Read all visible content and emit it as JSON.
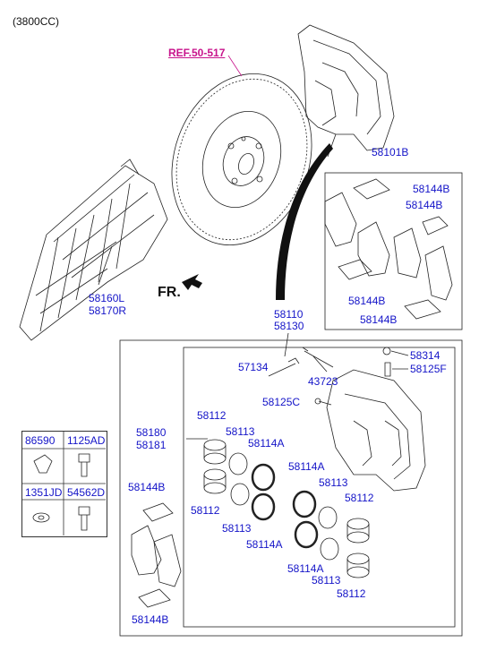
{
  "engine_label": "(3800CC)",
  "reference": "REF.50-517",
  "front_label": "FR.",
  "parts": {
    "p58101B": "58101B",
    "p58144B_a": "58144B",
    "p58144B_b": "58144B",
    "p58144B_c": "58144B",
    "p58144B_d": "58144B",
    "p58144B_e": "58144B",
    "p58144B_f": "58144B",
    "p58160L": "58160L",
    "p58170R": "58170R",
    "p58110": "58110",
    "p58130": "58130",
    "p57134": "57134",
    "p43723": "43723",
    "p58314": "58314",
    "p58125F": "58125F",
    "p58125C": "58125C",
    "p58180": "58180",
    "p58181": "58181",
    "p58112_a": "58112",
    "p58112_b": "58112",
    "p58112_c": "58112",
    "p58112_d": "58112",
    "p58113_a": "58113",
    "p58113_b": "58113",
    "p58113_c": "58113",
    "p58113_d": "58113",
    "p58114A_a": "58114A",
    "p58114A_b": "58114A",
    "p58114A_c": "58114A",
    "p58114A_d": "58114A"
  },
  "table": {
    "h1": "86590",
    "h2": "1125AD",
    "h3": "1351JD",
    "h4": "54562D"
  }
}
